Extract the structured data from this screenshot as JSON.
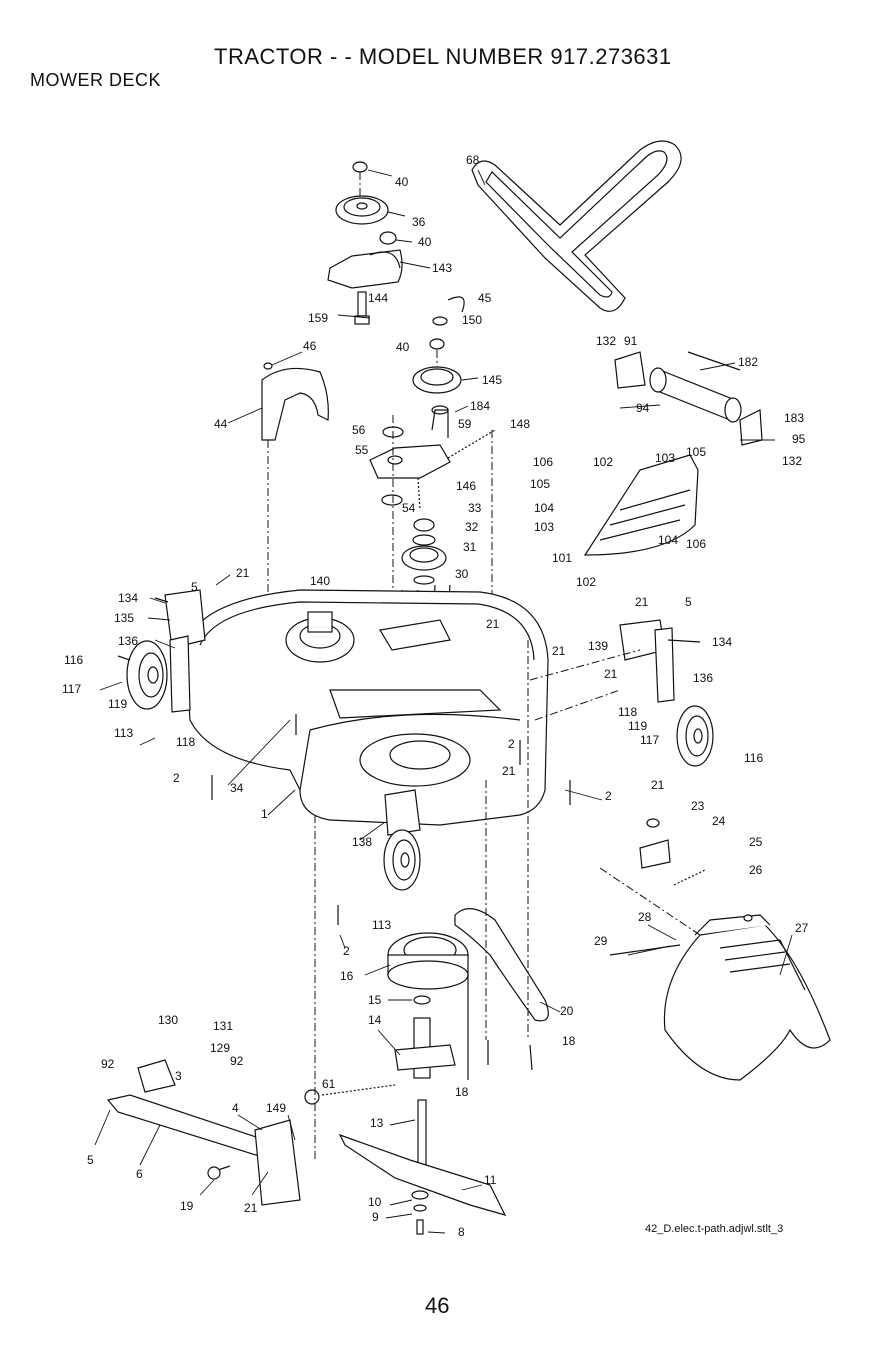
{
  "header": {
    "title": "TRACTOR - - MODEL NUMBER 917.273631",
    "section": "MOWER DECK"
  },
  "footer": {
    "page_number": "46",
    "reference_code": "42_D.elec.t-path.adjwl.stlt_3"
  },
  "callouts": [
    {
      "id": "c40a",
      "text": "40"
    },
    {
      "id": "c36",
      "text": "36"
    },
    {
      "id": "c40b",
      "text": "40"
    },
    {
      "id": "c143",
      "text": "143"
    },
    {
      "id": "c68",
      "text": "68"
    },
    {
      "id": "c144",
      "text": "144"
    },
    {
      "id": "c45",
      "text": "45"
    },
    {
      "id": "c159",
      "text": "159"
    },
    {
      "id": "c150",
      "text": "150"
    },
    {
      "id": "c46",
      "text": "46"
    },
    {
      "id": "c40c",
      "text": "40"
    },
    {
      "id": "c145",
      "text": "145"
    },
    {
      "id": "c132a",
      "text": "132"
    },
    {
      "id": "c91",
      "text": "91"
    },
    {
      "id": "c182",
      "text": "182"
    },
    {
      "id": "c184",
      "text": "184"
    },
    {
      "id": "c44",
      "text": "44"
    },
    {
      "id": "c59",
      "text": "59"
    },
    {
      "id": "c148",
      "text": "148"
    },
    {
      "id": "c56",
      "text": "56"
    },
    {
      "id": "c94",
      "text": "94"
    },
    {
      "id": "c183",
      "text": "183"
    },
    {
      "id": "c95",
      "text": "95"
    },
    {
      "id": "c55",
      "text": "55"
    },
    {
      "id": "c106a",
      "text": "106"
    },
    {
      "id": "c102a",
      "text": "102"
    },
    {
      "id": "c103a",
      "text": "103"
    },
    {
      "id": "c105a",
      "text": "105"
    },
    {
      "id": "c132b",
      "text": "132"
    },
    {
      "id": "c146",
      "text": "146"
    },
    {
      "id": "c105b",
      "text": "105"
    },
    {
      "id": "c54",
      "text": "54"
    },
    {
      "id": "c33",
      "text": "33"
    },
    {
      "id": "c104a",
      "text": "104"
    },
    {
      "id": "c32",
      "text": "32"
    },
    {
      "id": "c103b",
      "text": "103"
    },
    {
      "id": "c104b",
      "text": "104"
    },
    {
      "id": "c106b",
      "text": "106"
    },
    {
      "id": "c31",
      "text": "31"
    },
    {
      "id": "c101",
      "text": "101"
    },
    {
      "id": "c21a",
      "text": "21"
    },
    {
      "id": "c30",
      "text": "30"
    },
    {
      "id": "c140",
      "text": "140"
    },
    {
      "id": "c5a",
      "text": "5"
    },
    {
      "id": "c102b",
      "text": "102"
    },
    {
      "id": "c134a",
      "text": "134"
    },
    {
      "id": "c21b",
      "text": "21"
    },
    {
      "id": "c5b",
      "text": "5"
    },
    {
      "id": "c135",
      "text": "135"
    },
    {
      "id": "c21c",
      "text": "21"
    },
    {
      "id": "c139",
      "text": "139"
    },
    {
      "id": "c134b",
      "text": "134"
    },
    {
      "id": "c136a",
      "text": "136"
    },
    {
      "id": "c21d",
      "text": "21"
    },
    {
      "id": "c21e",
      "text": "21"
    },
    {
      "id": "c116a",
      "text": "116"
    },
    {
      "id": "c136b",
      "text": "136"
    },
    {
      "id": "c117a",
      "text": "117"
    },
    {
      "id": "c119a",
      "text": "119"
    },
    {
      "id": "c118a",
      "text": "118"
    },
    {
      "id": "c119b",
      "text": "119"
    },
    {
      "id": "c113a",
      "text": "113"
    },
    {
      "id": "c118b",
      "text": "118"
    },
    {
      "id": "c117b",
      "text": "117"
    },
    {
      "id": "c2a",
      "text": "2"
    },
    {
      "id": "c21f",
      "text": "21"
    },
    {
      "id": "c116b",
      "text": "116"
    },
    {
      "id": "c2b",
      "text": "2"
    },
    {
      "id": "c34",
      "text": "34"
    },
    {
      "id": "c2c",
      "text": "2"
    },
    {
      "id": "c21g",
      "text": "21"
    },
    {
      "id": "c1",
      "text": "1"
    },
    {
      "id": "c23",
      "text": "23"
    },
    {
      "id": "c24",
      "text": "24"
    },
    {
      "id": "c138",
      "text": "138"
    },
    {
      "id": "c25",
      "text": "25"
    },
    {
      "id": "c26",
      "text": "26"
    },
    {
      "id": "c113b",
      "text": "113"
    },
    {
      "id": "c28",
      "text": "28"
    },
    {
      "id": "c27",
      "text": "27"
    },
    {
      "id": "c29",
      "text": "29"
    },
    {
      "id": "c2d",
      "text": "2"
    },
    {
      "id": "c16",
      "text": "16"
    },
    {
      "id": "c15",
      "text": "15"
    },
    {
      "id": "c20",
      "text": "20"
    },
    {
      "id": "c130",
      "text": "130"
    },
    {
      "id": "c131",
      "text": "131"
    },
    {
      "id": "c14",
      "text": "14"
    },
    {
      "id": "c129",
      "text": "129"
    },
    {
      "id": "c18a",
      "text": "18"
    },
    {
      "id": "c92a",
      "text": "92"
    },
    {
      "id": "c92b",
      "text": "92"
    },
    {
      "id": "c3",
      "text": "3"
    },
    {
      "id": "c61",
      "text": "61"
    },
    {
      "id": "c18b",
      "text": "18"
    },
    {
      "id": "c4",
      "text": "4"
    },
    {
      "id": "c149",
      "text": "149"
    },
    {
      "id": "c13",
      "text": "13"
    },
    {
      "id": "c5c",
      "text": "5"
    },
    {
      "id": "c6",
      "text": "6"
    },
    {
      "id": "c11",
      "text": "11"
    },
    {
      "id": "c19",
      "text": "19"
    },
    {
      "id": "c21h",
      "text": "21"
    },
    {
      "id": "c10",
      "text": "10"
    },
    {
      "id": "c9",
      "text": "9"
    },
    {
      "id": "c8",
      "text": "8"
    }
  ]
}
